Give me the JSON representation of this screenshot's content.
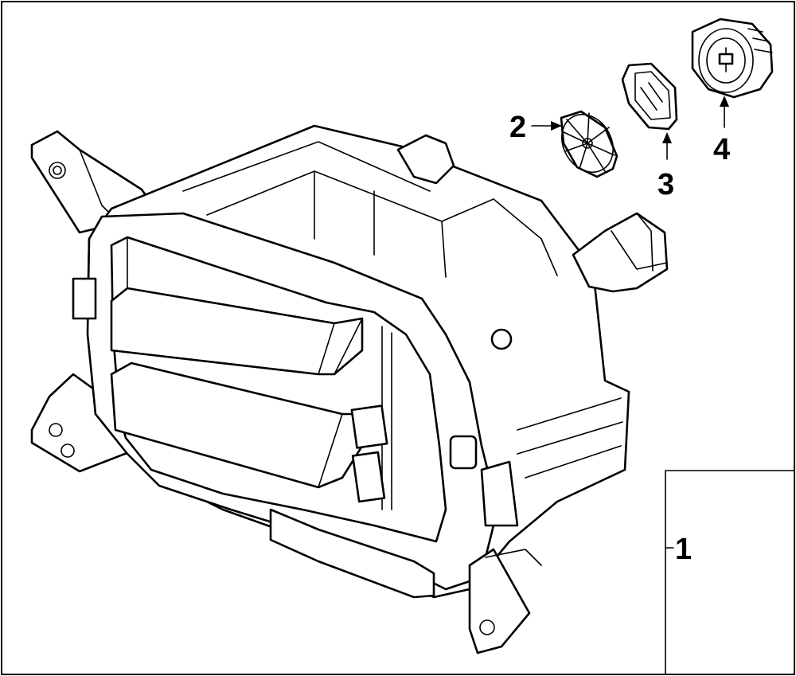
{
  "callouts": {
    "c1": "1",
    "c2": "2",
    "c3": "3",
    "c4": "4"
  },
  "parts": [
    {
      "number": "1",
      "icon": "fog-lamp-assembly-icon"
    },
    {
      "number": "2",
      "icon": "bulb-socket-icon"
    },
    {
      "number": "3",
      "icon": "gasket-icon"
    },
    {
      "number": "4",
      "icon": "bulb-icon"
    }
  ],
  "colors": {
    "line": "#000000",
    "background": "#ffffff"
  }
}
